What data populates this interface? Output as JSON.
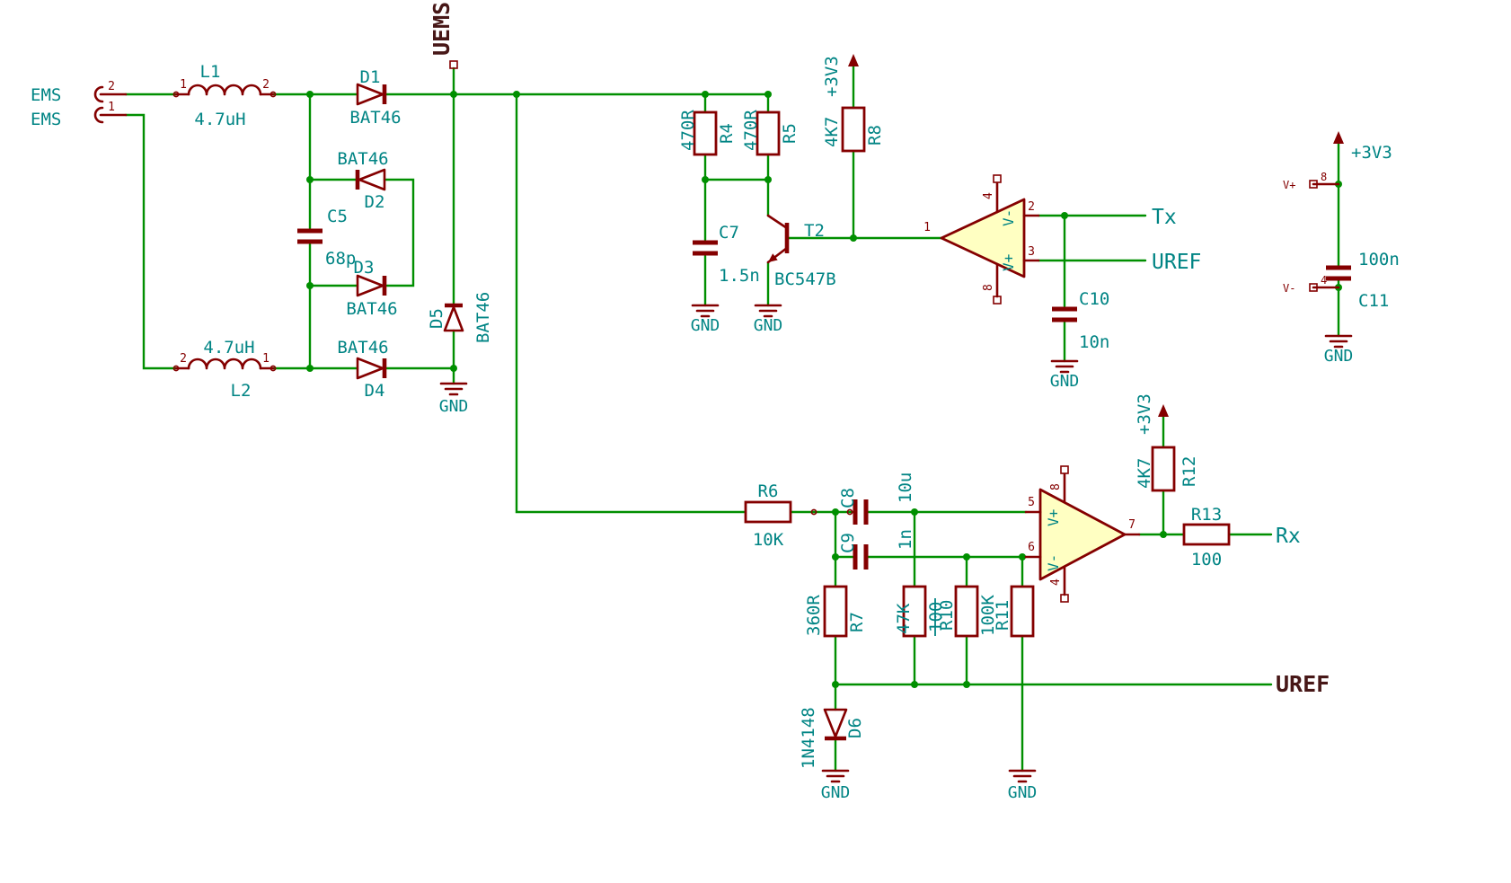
{
  "colors": {
    "wire_green": "#008f00",
    "symbol_red": "#840000",
    "text_teal": "#008484",
    "opamp_fill": "#ffffc2",
    "global_label": "#471717",
    "background": "#ffffff"
  },
  "power": {
    "rail": "+3V3",
    "ground": "GND"
  },
  "connector": {
    "pins": [
      {
        "number": "2",
        "label": "EMS"
      },
      {
        "number": "1",
        "label": "EMS"
      }
    ]
  },
  "components": {
    "L1": {
      "ref": "L1",
      "value": "4.7uH",
      "pin_left": "1",
      "pin_right": "2"
    },
    "L2": {
      "ref": "L2",
      "value": "4.7uH",
      "pin_left": "2",
      "pin_right": "1"
    },
    "D1": {
      "ref": "D1",
      "value": "BAT46"
    },
    "D2": {
      "ref": "D2",
      "value": "BAT46"
    },
    "D3": {
      "ref": "D3",
      "value": "BAT46"
    },
    "D4": {
      "ref": "D4",
      "value": "BAT46"
    },
    "D5": {
      "ref": "D5",
      "value": "BAT46"
    },
    "D6": {
      "ref": "D6",
      "value": "1N4148"
    },
    "C5": {
      "ref": "C5",
      "value": "68p"
    },
    "C7": {
      "ref": "C7",
      "value": "1.5n"
    },
    "C8": {
      "ref": "C8",
      "value": "10u"
    },
    "C9": {
      "ref": "C9",
      "value": "1n"
    },
    "C10": {
      "ref": "C10",
      "value": "10n"
    },
    "C11": {
      "ref": "C11",
      "value": "100n"
    },
    "R4": {
      "ref": "R4",
      "value": "470R"
    },
    "R5": {
      "ref": "R5",
      "value": "470R"
    },
    "R6": {
      "ref": "R6",
      "value": "10K"
    },
    "R7": {
      "ref": "R7",
      "value": "360R"
    },
    "R8": {
      "ref": "R8",
      "value": "4K7"
    },
    "R9": {
      "value": "47K",
      "struck_value": "100"
    },
    "R10": {
      "ref": "R10",
      "value": "100K"
    },
    "R11": {
      "ref": "R11"
    },
    "R12": {
      "ref": "R12",
      "value": "4K7"
    },
    "R13": {
      "ref": "R13",
      "value": "100"
    },
    "T2": {
      "ref": "T2",
      "value": "BC547B"
    }
  },
  "opamps": {
    "a": {
      "pin_out": "1",
      "pin_in_top": "2",
      "pin_in_bottom": "3",
      "pin_power_top": "4",
      "pin_power_bottom": "8",
      "label_top": "V-",
      "label_bottom": "V+"
    },
    "b": {
      "pin_in_top": "5",
      "pin_in_bottom": "6",
      "pin_out": "7",
      "pin_power_top": "8",
      "pin_power_bottom": "4",
      "label_top": "V+",
      "label_bottom": "V-"
    }
  },
  "power_unit": {
    "pin_vplus_name": "V+",
    "pin_vplus_number": "8",
    "pin_vminus_name": "V-",
    "pin_vminus_number": "4"
  },
  "nets": {
    "uems": "UEMS",
    "tx": "Tx",
    "uref": "UREF",
    "rx": "Rx",
    "uref_global": "UREF"
  }
}
